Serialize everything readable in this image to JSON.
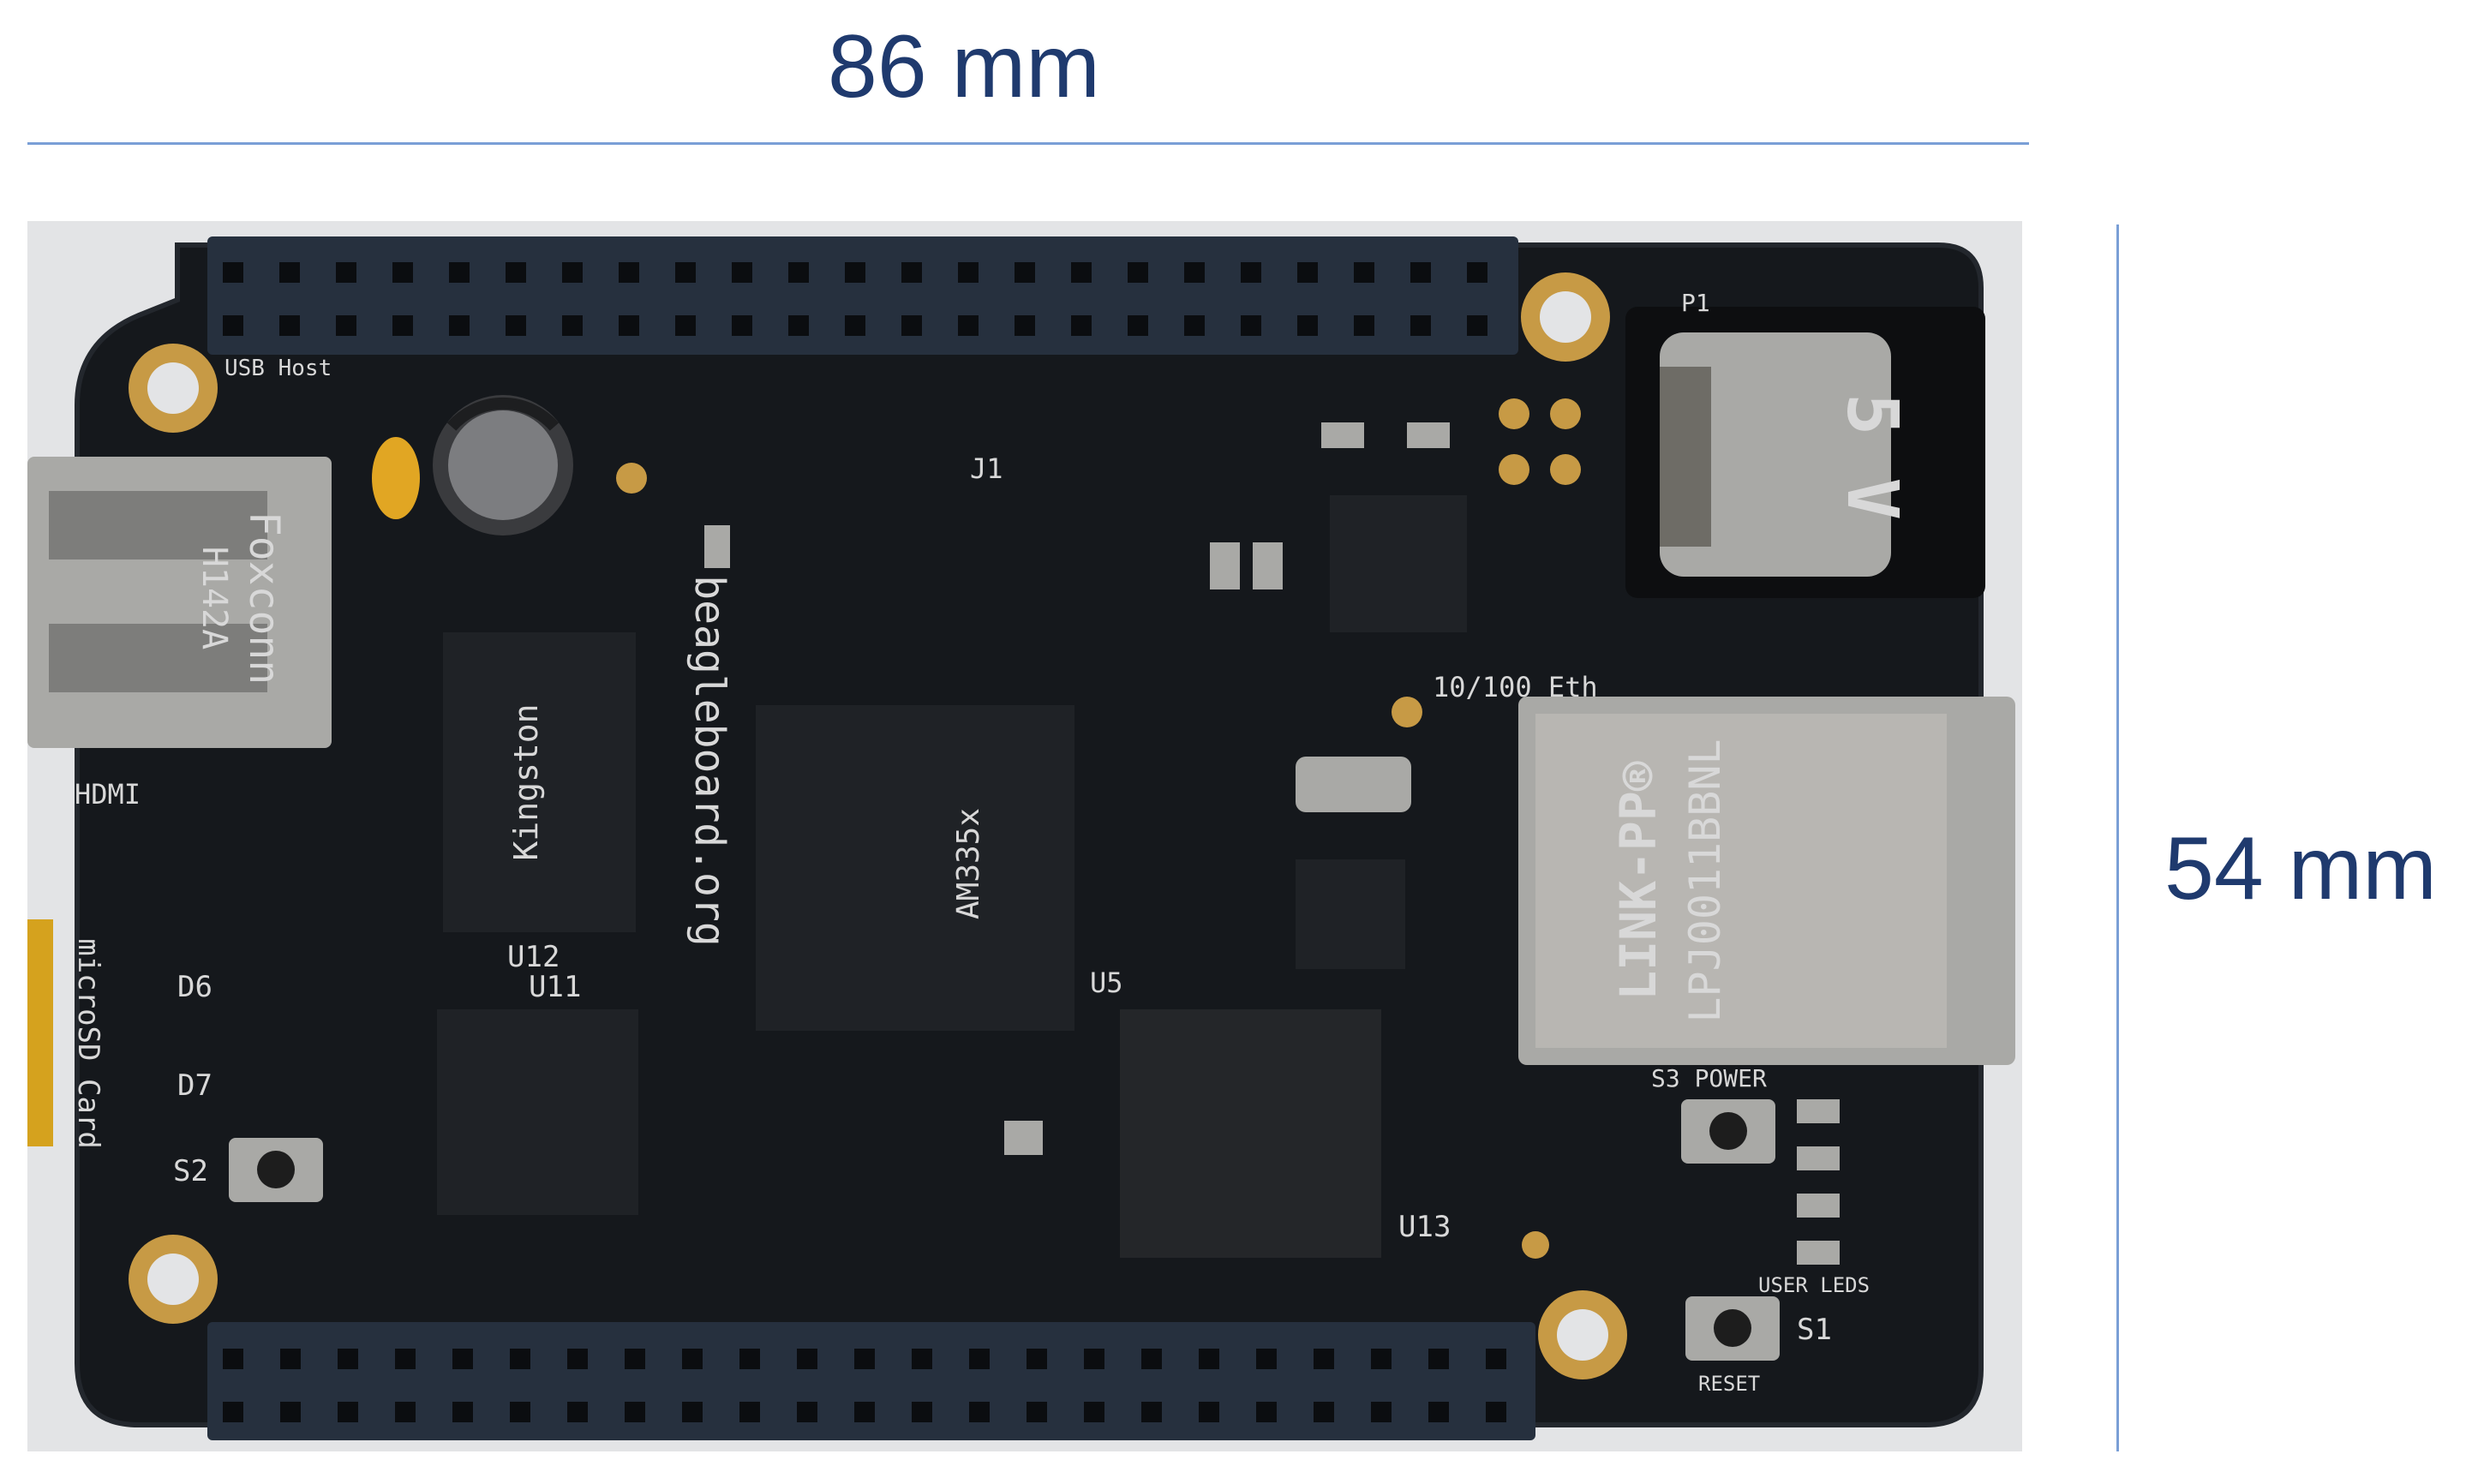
{
  "colors": {
    "dimension_text": "#1f3a6e",
    "dimension_line": "#7a9fd6",
    "backdrop": "#e3e4e6",
    "pcb": "#15181c",
    "pcb_edge": "#23272d",
    "header": "#26303e",
    "gold": "#c79a45",
    "metal": "#a9a9a6",
    "chip": "#1f2226"
  },
  "dimensions": {
    "width_label": "86 mm",
    "height_label": "54 mm"
  },
  "board": {
    "brand_silk": "beagleboard.org",
    "power_jack_label": "5 V",
    "ethernet_brand": "LINK-PP®",
    "ethernet_part": "LPJ0011BBNL",
    "usb_brand": "Foxconn",
    "usb_code": "H142A",
    "memory_brand": "Kingston",
    "processor_label": "AM335x",
    "silkscreen": {
      "usb": "USB Host",
      "hdmi": "HDMI",
      "microsd": "microSD Card",
      "eth": "10/100 Eth",
      "power": "S3 POWER",
      "reset": "RESET",
      "user_leds": "USER LEDS",
      "u12": "U12",
      "u11": "U11",
      "u13": "U13",
      "u5": "U5",
      "j1": "J1",
      "p1": "P1",
      "d6": "D6",
      "d7": "D7",
      "s2": "S2",
      "s1": "S1"
    }
  }
}
